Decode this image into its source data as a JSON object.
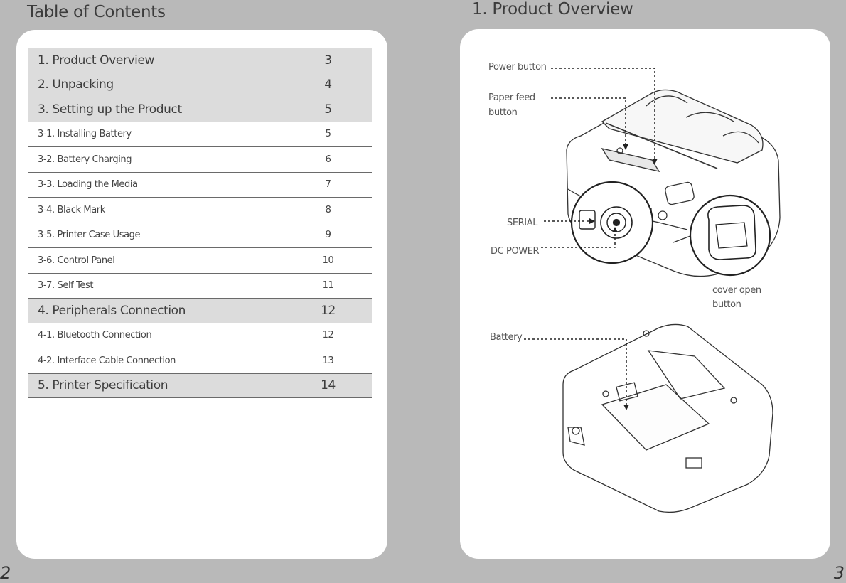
{
  "left_page": {
    "heading": "Table of Contents",
    "page_number": "2",
    "toc": [
      {
        "label": "1.  Product Overview",
        "page": "3",
        "level": "main"
      },
      {
        "label": "2.  Unpacking",
        "page": "4",
        "level": "main"
      },
      {
        "label": "3.  Setting up the Product",
        "page": "5",
        "level": "main"
      },
      {
        "label": "3-1. Installing Battery",
        "page": "5",
        "level": "sub"
      },
      {
        "label": "3-2. Battery Charging",
        "page": "6",
        "level": "sub"
      },
      {
        "label": "3-3. Loading the Media",
        "page": "7",
        "level": "sub"
      },
      {
        "label": "3-4. Black Mark",
        "page": "8",
        "level": "sub"
      },
      {
        "label": "3-5. Printer Case Usage",
        "page": "9",
        "level": "sub"
      },
      {
        "label": "3-6. Control Panel",
        "page": "10",
        "level": "sub"
      },
      {
        "label": "3-7.  Self Test",
        "page": "11",
        "level": "sub"
      },
      {
        "label": "4.  Peripherals Connection",
        "page": "12",
        "level": "main"
      },
      {
        "label": "4-1. Bluetooth Connection",
        "page": "12",
        "level": "sub"
      },
      {
        "label": "4-2. Interface Cable Connection",
        "page": "13",
        "level": "sub"
      },
      {
        "label": "5.  Printer Specification",
        "page": "14",
        "level": "main"
      }
    ]
  },
  "right_page": {
    "heading": "1. Product Overview",
    "page_number": "3",
    "callouts": {
      "power_button": "Power button",
      "paper_feed_line1": "Paper feed",
      "paper_feed_line2": "button",
      "serial": "SERIAL",
      "dc_power": "DC POWER",
      "cover_open_line1": "cover open",
      "cover_open_line2": "button",
      "battery": "Battery"
    }
  }
}
